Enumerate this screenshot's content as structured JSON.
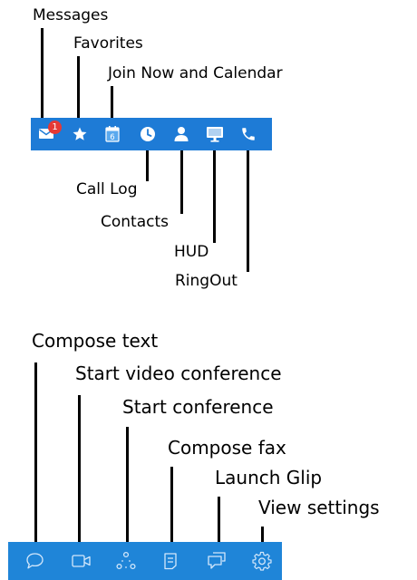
{
  "colors": {
    "toolbar_top": "#1e7bd6",
    "toolbar_bottom": "#1f85d8",
    "icon": "#ffffff",
    "outline_icon": "#d4e8fb",
    "badge": "#e53935",
    "text": "#000000"
  },
  "top_toolbar": {
    "items": [
      {
        "icon": "envelope-icon",
        "label": "Messages",
        "badge": "1"
      },
      {
        "icon": "star-icon",
        "label": "Favorites"
      },
      {
        "icon": "calendar-icon",
        "label": "Join Now and Calendar",
        "calendar_day": "6"
      },
      {
        "icon": "clock-icon",
        "label": "Call Log"
      },
      {
        "icon": "person-icon",
        "label": "Contacts"
      },
      {
        "icon": "monitor-icon",
        "label": "HUD"
      },
      {
        "icon": "phone-icon",
        "label": "RingOut"
      }
    ]
  },
  "bottom_toolbar": {
    "items": [
      {
        "icon": "chat-bubble-icon",
        "label": "Compose text"
      },
      {
        "icon": "video-camera-icon",
        "label": "Start video conference"
      },
      {
        "icon": "conference-icon",
        "label": "Start conference"
      },
      {
        "icon": "fax-icon",
        "label": "Compose fax"
      },
      {
        "icon": "glip-icon",
        "label": "Launch Glip"
      },
      {
        "icon": "settings-gear-icon",
        "label": "View settings"
      }
    ]
  }
}
